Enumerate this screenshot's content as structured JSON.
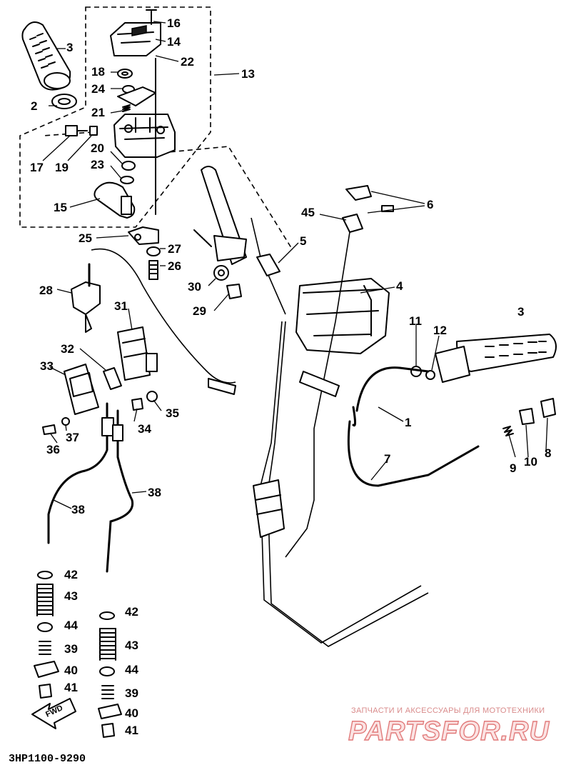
{
  "callouts": [
    {
      "id": "16",
      "label": "16"
    },
    {
      "id": "14",
      "label": "14"
    },
    {
      "id": "22",
      "label": "22"
    },
    {
      "id": "3a",
      "label": "3"
    },
    {
      "id": "13",
      "label": "13"
    },
    {
      "id": "18",
      "label": "18"
    },
    {
      "id": "24",
      "label": "24"
    },
    {
      "id": "2",
      "label": "2"
    },
    {
      "id": "21",
      "label": "21"
    },
    {
      "id": "17",
      "label": "17"
    },
    {
      "id": "19",
      "label": "19"
    },
    {
      "id": "20",
      "label": "20"
    },
    {
      "id": "23",
      "label": "23"
    },
    {
      "id": "15",
      "label": "15"
    },
    {
      "id": "25",
      "label": "25"
    },
    {
      "id": "27",
      "label": "27"
    },
    {
      "id": "26",
      "label": "26"
    },
    {
      "id": "6",
      "label": "6"
    },
    {
      "id": "45",
      "label": "45"
    },
    {
      "id": "5",
      "label": "5"
    },
    {
      "id": "4",
      "label": "4"
    },
    {
      "id": "28",
      "label": "28"
    },
    {
      "id": "30",
      "label": "30"
    },
    {
      "id": "29",
      "label": "29"
    },
    {
      "id": "31",
      "label": "31"
    },
    {
      "id": "3b",
      "label": "3"
    },
    {
      "id": "11",
      "label": "11"
    },
    {
      "id": "12",
      "label": "12"
    },
    {
      "id": "32",
      "label": "32"
    },
    {
      "id": "33",
      "label": "33"
    },
    {
      "id": "35",
      "label": "35"
    },
    {
      "id": "34",
      "label": "34"
    },
    {
      "id": "1",
      "label": "1"
    },
    {
      "id": "37",
      "label": "37"
    },
    {
      "id": "36",
      "label": "36"
    },
    {
      "id": "9",
      "label": "9"
    },
    {
      "id": "10",
      "label": "10"
    },
    {
      "id": "8",
      "label": "8"
    },
    {
      "id": "7",
      "label": "7"
    },
    {
      "id": "38a",
      "label": "38"
    },
    {
      "id": "38b",
      "label": "38"
    },
    {
      "id": "42a",
      "label": "42"
    },
    {
      "id": "43a",
      "label": "43"
    },
    {
      "id": "44a",
      "label": "44"
    },
    {
      "id": "39a",
      "label": "39"
    },
    {
      "id": "40a",
      "label": "40"
    },
    {
      "id": "41a",
      "label": "41"
    },
    {
      "id": "42b",
      "label": "42"
    },
    {
      "id": "43b",
      "label": "43"
    },
    {
      "id": "44b",
      "label": "44"
    },
    {
      "id": "39b",
      "label": "39"
    },
    {
      "id": "40b",
      "label": "40"
    },
    {
      "id": "41b",
      "label": "41"
    }
  ],
  "fwd_badge": "FWD",
  "diagram_code": "3HP1100-9290",
  "watermark": {
    "tagline": "ЗАПЧАСТИ И АКСЕССУАРЫ ДЛЯ МОТОТЕХНИКИ",
    "brand": "PARTSFOR.RU",
    "color": "#e17b7b"
  }
}
